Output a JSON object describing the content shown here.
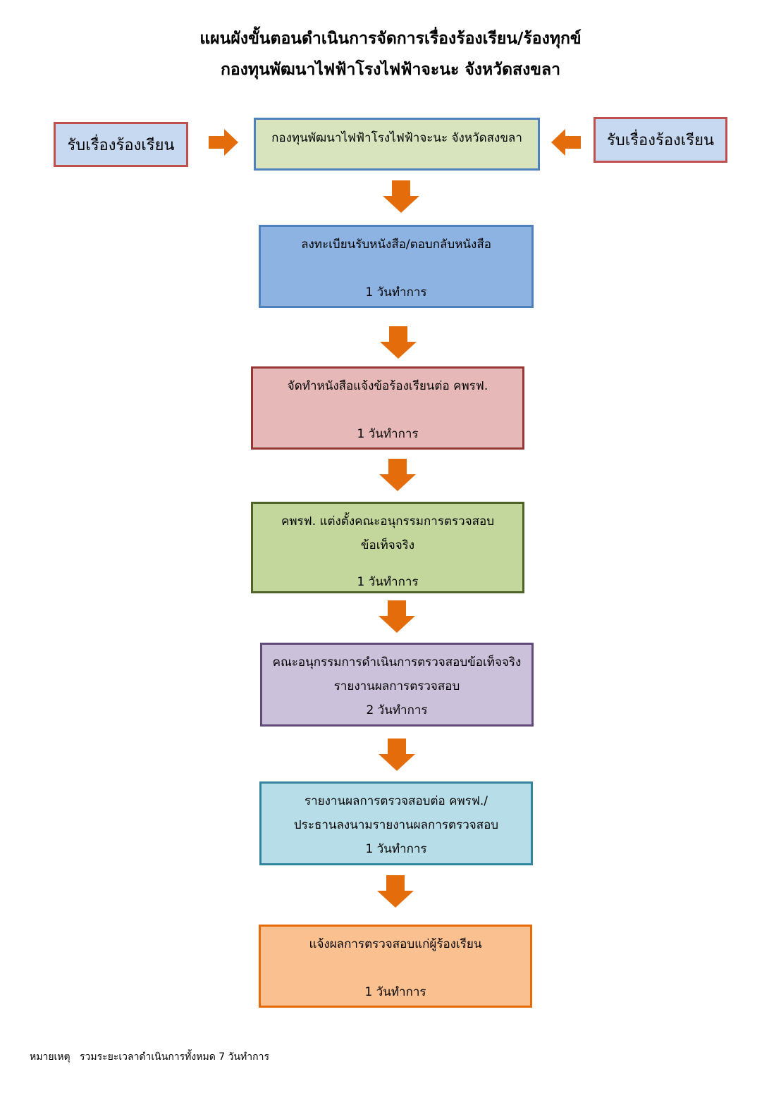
{
  "header": {
    "title_line1": "แผนผังขั้นตอนดำเนินการจัดการเรื่องร้องเรียน/ร้องทุกข์",
    "title_line2": "กองทุนพัฒนาไฟฟ้าโรงไฟฟ้าจะนะ จังหวัดสงขลา"
  },
  "intake": {
    "left_label": "รับเรื่องร้องเรียน",
    "right_label": "รับเรื่องร้องเรียน",
    "center_label": "กองทุนพัฒนาไฟฟ้าโรงไฟฟ้าจะนะ จังหวัดสงขลา"
  },
  "steps": [
    {
      "line1": "ลงทะเบียนรับหนังสือ/ตอบกลับหนังสือ",
      "line2": "",
      "duration": "1 วันทำการ"
    },
    {
      "line1": "จัดทำหนังสือแจ้งข้อร้องเรียนต่อ คพรฟ.",
      "line2": "",
      "duration": "1 วันทำการ"
    },
    {
      "line1": "คพรฟ. แต่งตั้งคณะอนุกรรมการตรวจสอบ",
      "line2": "ข้อเท็จจริง",
      "duration": "1 วันทำการ"
    },
    {
      "line1": "คณะอนุกรรมการดำเนินการตรวจสอบข้อเท็จจริง",
      "line2": "รายงานผลการตรวจสอบ",
      "duration": "2 วันทำการ"
    },
    {
      "line1": "รายงานผลการตรวจสอบต่อ คพรฟ./",
      "line2": "ประธานลงนามรายงานผลการตรวจสอบ",
      "duration": "1 วันทำการ"
    },
    {
      "line1": "แจ้งผลการตรวจสอบแก่ผู้ร้องเรียน",
      "line2": "",
      "duration": "1 วันทำการ"
    }
  ],
  "footer": {
    "note": "หมายเหตุ   รวมระยะเวลาดำเนินการทั้งหมด 7 วันทำการ"
  },
  "colors": {
    "arrow": "#e46c0a",
    "intake_fill": "#d7e4bd",
    "intake_border": "#4f81bd",
    "step1_fill": "#8db3e2",
    "step1_border": "#4f81bd",
    "step2_fill": "#e6b9b8",
    "step2_border": "#953735",
    "step3_fill": "#c3d69b",
    "step3_border": "#4f6228",
    "step4_fill": "#ccc1da",
    "step4_border": "#604a7b",
    "step5_fill": "#b7dee8",
    "step5_border": "#31859c",
    "step6_fill": "#fac090",
    "step6_border": "#e46c0a"
  }
}
